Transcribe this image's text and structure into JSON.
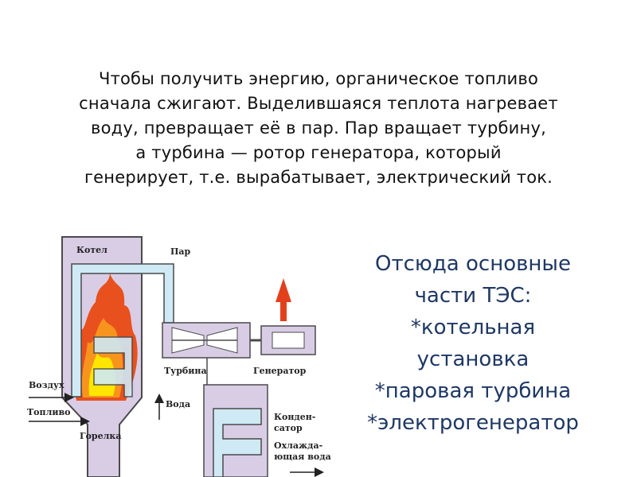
{
  "intro_lines": [
    "Чтобы получить энергию, органическое топливо",
    "сначала сжигают. Выделившаяся теплота нагревает",
    "воду, превращает её в пар. Пар вращает турбину,",
    "а турбина — ротор генератора, который",
    "генерирует, т.е. вырабатывает, электрический ток."
  ],
  "parts": {
    "heading_line1": "Отсюда основные",
    "heading_line2": "части ТЭС:",
    "items": [
      "*котельная",
      "установка",
      "*паровая турбина",
      "*электрогенератор"
    ]
  },
  "diagram_labels": {
    "boiler": "Котел",
    "steam": "Пар",
    "turbine": "Турбина",
    "generator": "Генератор",
    "water": "Вода",
    "air": "Воздух",
    "fuel": "Топливо",
    "burner": "Горелка",
    "condenser_line1": "Конден-",
    "condenser_line2": "сатор",
    "cooling_line1": "Охлажда-",
    "cooling_line2": "ющая вода"
  },
  "colors": {
    "title_text": "#111111",
    "parts_text": "#1f3864",
    "plant_fill": "#d9cde6",
    "pipe_fill": "#cfeaf5",
    "flame_red": "#e8501e",
    "flame_orange": "#f7941d",
    "flame_yellow": "#ffe600",
    "arrow_red": "#e2401c"
  }
}
